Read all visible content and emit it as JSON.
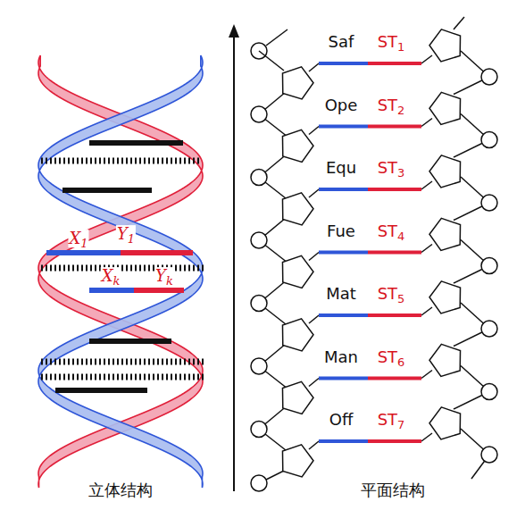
{
  "diagram": {
    "labels": [
      "X1",
      "Y1",
      "Xk",
      "Yk",
      "Saf",
      "ST1",
      "Ope",
      "ST2",
      "Equ",
      "ST3",
      "Fue",
      "ST4",
      "Mat",
      "ST5",
      "Man",
      "ST6",
      "Off",
      "ST7",
      "立体结构",
      "平面结构"
    ]
  }
}
